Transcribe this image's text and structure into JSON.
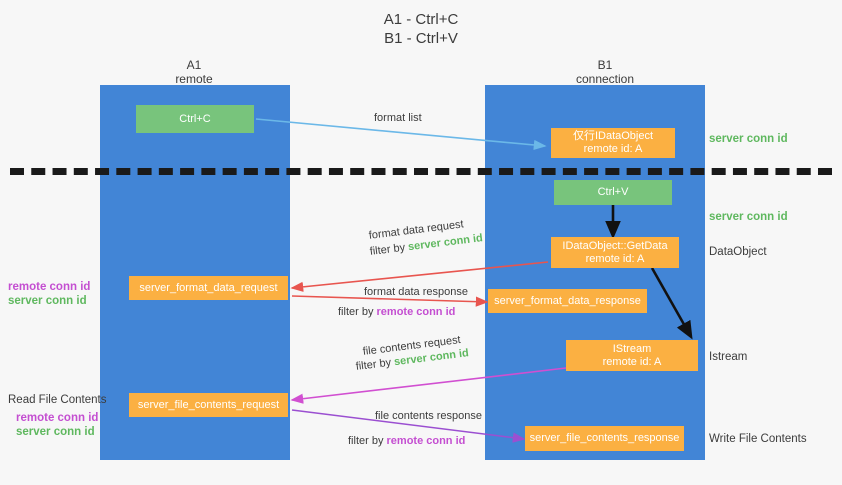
{
  "title_lines": [
    "A1 - Ctrl+C",
    "B1 - Ctrl+V"
  ],
  "columns": [
    {
      "name": "A1",
      "sub": "remote"
    },
    {
      "name": "B1",
      "sub": "connection"
    }
  ],
  "nodes": {
    "ctrl_c": "Ctrl+C",
    "idataobject": "仅行IDataObject\nremote id: A",
    "idataobject_l1": "仅行IDataObject",
    "idataobject_l2": "remote id: A",
    "ctrl_v": "Ctrl+V",
    "getdata_l1": "IDataObject::GetData",
    "getdata_l2": "remote id: A",
    "istream_l1": "IStream",
    "istream_l2": "remote id: A",
    "server_format_data_request": "server_format_data_request",
    "server_format_data_response": "server_format_data_response",
    "server_file_contents_request": "server_file_contents_request",
    "server_file_contents_response": "server_file_contents_response"
  },
  "right_labels": {
    "server_conn_id_1": "server conn id",
    "server_conn_id_2": "server conn id",
    "dataobject": "DataObject",
    "istream": "Istream",
    "write_file_contents": "Write File Contents"
  },
  "left_labels": {
    "remote_conn_id_1": "remote conn id",
    "server_conn_id_1": "server conn id",
    "read_file_contents": "Read File Contents",
    "remote_conn_id_2": "remote conn id",
    "server_conn_id_2": "server conn id"
  },
  "edges": {
    "format_list": "format list",
    "format_data_request": "format data request",
    "format_data_request_filter_pre": "filter by ",
    "format_data_request_filter_key": "server conn id",
    "format_data_response": "format data response",
    "format_data_response_filter_pre": "filter by ",
    "format_data_response_filter_key": "remote conn id",
    "file_contents_request": "file contents request",
    "file_contents_request_filter_pre": "filter by ",
    "file_contents_request_filter_key": "server conn id",
    "file_contents_response": "file contents response",
    "file_contents_response_filter_pre": "filter by ",
    "file_contents_response_filter_key": "remote conn id"
  },
  "colors": {
    "lane": "#4285d6",
    "green_node": "#78c47c",
    "orange_node": "#fbb042",
    "server_conn_id": "#5fb85f",
    "remote_conn_id": "#c44fd1",
    "arrow_blue": "#6bb8e8",
    "arrow_red": "#e8554f",
    "arrow_magenta": "#d14fd1",
    "arrow_purple": "#9b4fd1",
    "arrow_black": "#111111",
    "divider": "#1a1a1a",
    "background": "#f7f7f7"
  }
}
